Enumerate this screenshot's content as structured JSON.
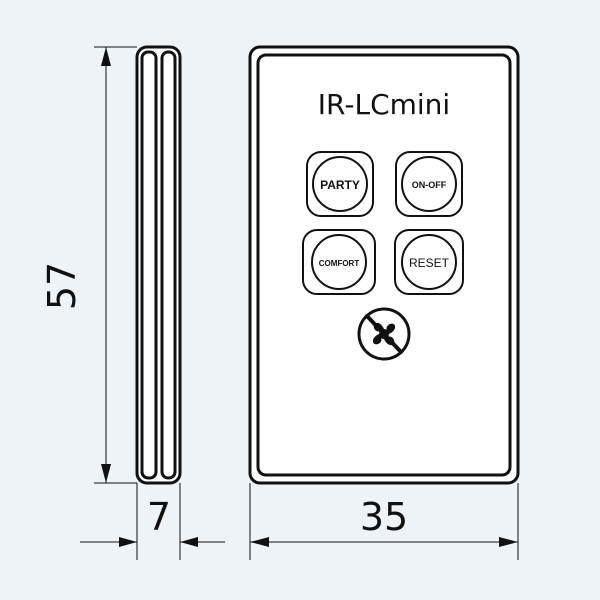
{
  "device": {
    "title": "IR-LCmini",
    "buttons": {
      "party": "PARTY",
      "on_off": "ON-OFF",
      "comfort": "COMFORT",
      "reset": "RESET"
    },
    "center_icon": "no-fan-icon"
  },
  "dimensions": {
    "height": "57",
    "thickness": "7",
    "width": "35"
  },
  "colors": {
    "background": "#eef3f8",
    "device_fill": "#ffffff",
    "outline": "#111111"
  }
}
